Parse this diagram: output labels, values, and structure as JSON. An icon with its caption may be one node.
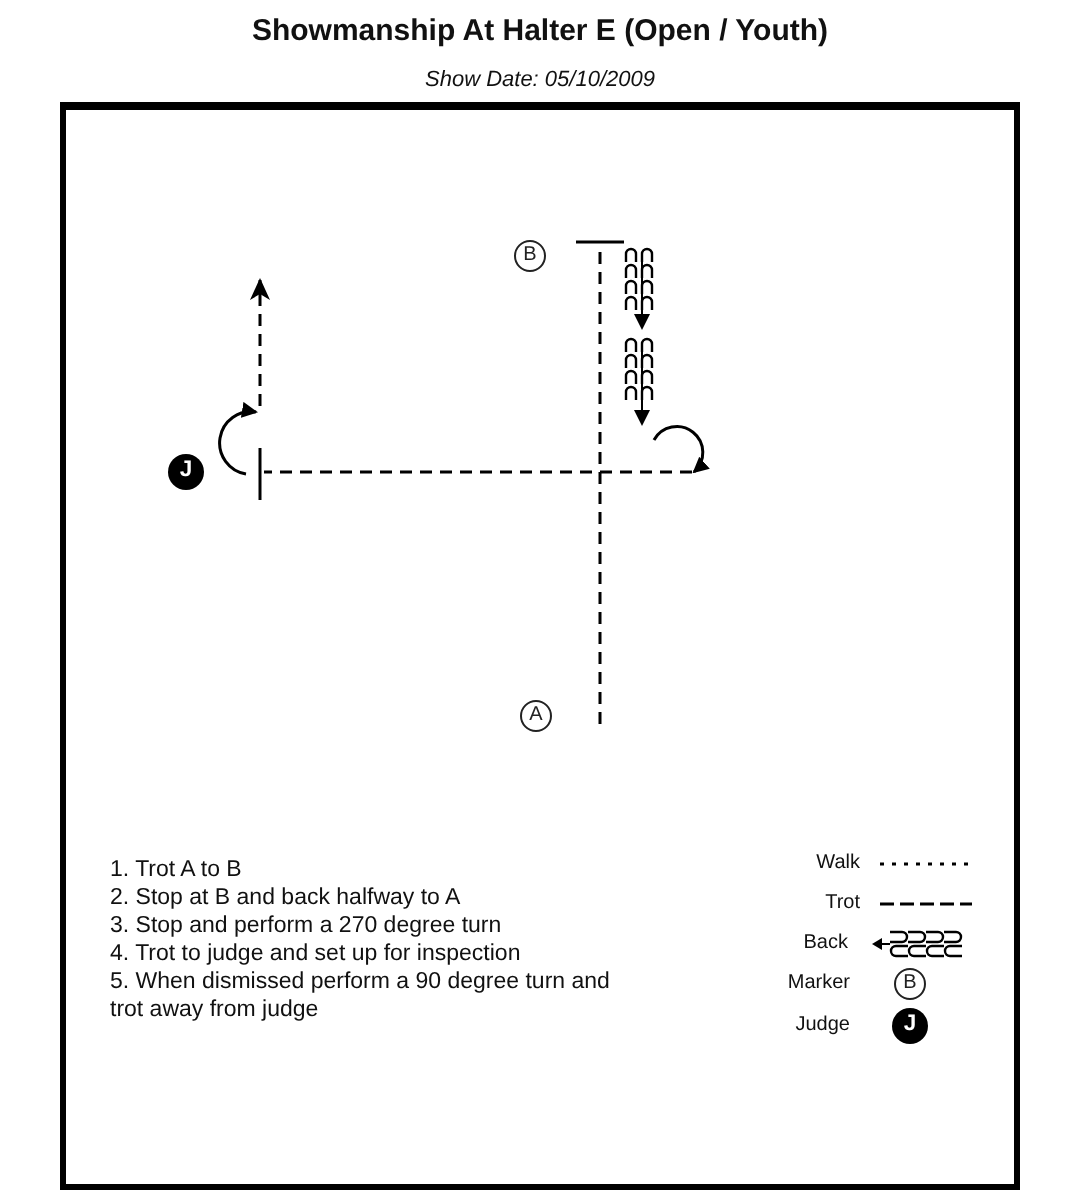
{
  "diagram": {
    "title": "Showmanship At Halter E (Open / Youth)",
    "caption": "Show Date: 05/10/2009",
    "nodes": [
      {
        "text": [
          "B"
        ]
      },
      {
        "text": [
          "J"
        ]
      },
      {
        "text": [
          "A"
        ]
      },
      {
        "text": [
          "B"
        ]
      },
      {
        "text": [
          "J"
        ]
      }
    ],
    "labels": [
      "1. Trot A to B",
      "2. Stop at B and back halfway to A",
      "3. Stop and perform a 270 degree turn",
      "4. Trot to judge and set up for inspection",
      "5. When dismissed perform a 90 degree turn and trot away from judge"
    ],
    "legend": [
      {
        "text": "Walk"
      },
      {
        "text": "Trot"
      },
      {
        "text": "Back"
      },
      {
        "text": "Marker"
      },
      {
        "text": "Judge"
      }
    ]
  }
}
